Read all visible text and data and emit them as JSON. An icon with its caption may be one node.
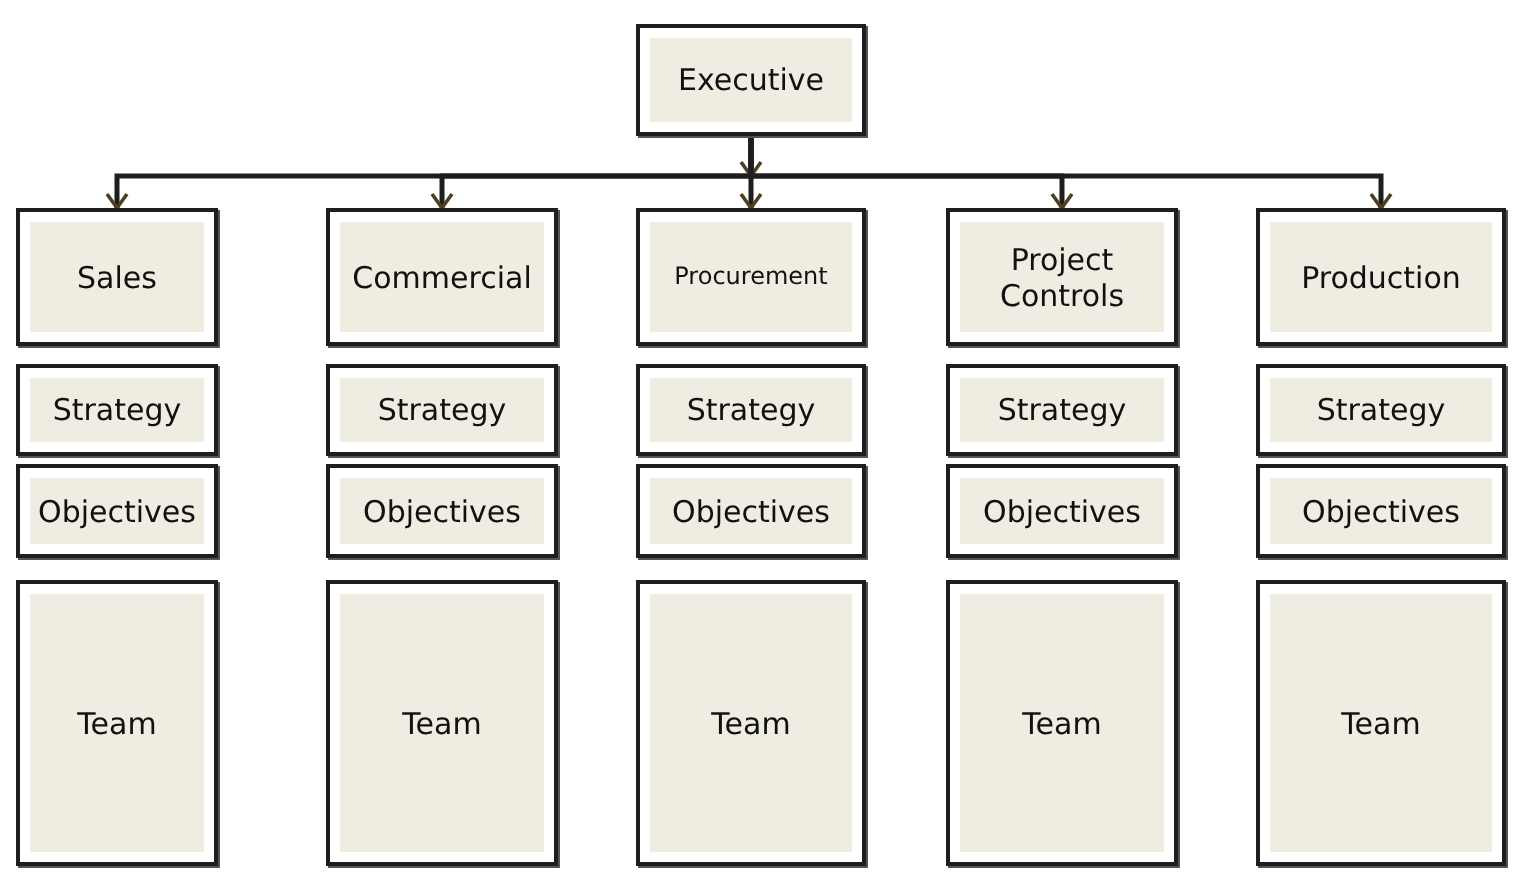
{
  "diagram": {
    "nodes": [
      {
        "text": [
          "Executive"
        ]
      },
      {
        "text": [
          "Sales"
        ]
      },
      {
        "text": [
          "Commercial"
        ]
      },
      {
        "text": [
          "Procurement"
        ]
      },
      {
        "text": [
          "Project Controls"
        ]
      },
      {
        "text": [
          "Production"
        ]
      },
      {
        "text": [
          "Strategy"
        ]
      },
      {
        "text": [
          "Strategy"
        ]
      },
      {
        "text": [
          "Strategy"
        ]
      },
      {
        "text": [
          "Strategy"
        ]
      },
      {
        "text": [
          "Strategy"
        ]
      },
      {
        "text": [
          "Objectives"
        ]
      },
      {
        "text": [
          "Objectives"
        ]
      },
      {
        "text": [
          "Objectives"
        ]
      },
      {
        "text": [
          "Objectives"
        ]
      },
      {
        "text": [
          "Objectives"
        ]
      },
      {
        "text": [
          "Team"
        ]
      },
      {
        "text": [
          "Team"
        ]
      },
      {
        "text": [
          "Team"
        ]
      },
      {
        "text": [
          "Team"
        ]
      },
      {
        "text": [
          "Team"
        ]
      }
    ],
    "edges": [
      {
        "from": 0,
        "to": 1,
        "arrow": "to"
      },
      {
        "from": 0,
        "to": 2,
        "arrow": "to"
      },
      {
        "from": 0,
        "to": 3,
        "arrow": "to"
      },
      {
        "from": 0,
        "to": 4,
        "arrow": "to"
      },
      {
        "from": 0,
        "to": 5,
        "arrow": "to"
      }
    ]
  }
}
